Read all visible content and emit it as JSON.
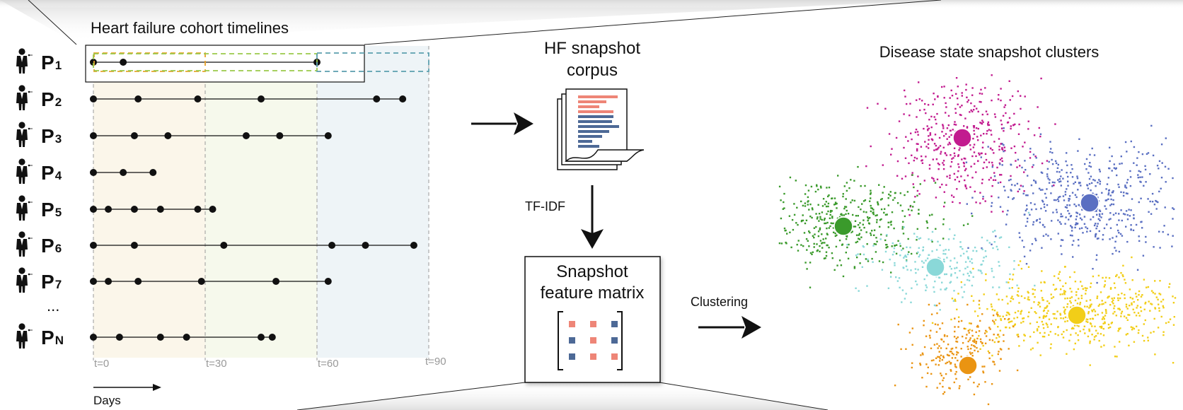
{
  "cohort": {
    "title": "Heart failure cohort timelines",
    "patients": [
      {
        "label": "P",
        "sub": "1",
        "days": [
          0,
          8,
          60
        ]
      },
      {
        "label": "P",
        "sub": "2",
        "days": [
          0,
          12,
          28,
          45,
          76,
          83
        ]
      },
      {
        "label": "P",
        "sub": "3",
        "days": [
          0,
          11,
          20,
          41,
          50,
          63
        ]
      },
      {
        "label": "P",
        "sub": "4",
        "days": [
          0,
          8,
          16
        ]
      },
      {
        "label": "P",
        "sub": "5",
        "days": [
          0,
          4,
          11,
          18,
          28,
          32
        ]
      },
      {
        "label": "P",
        "sub": "6",
        "days": [
          0,
          11,
          35,
          64,
          73,
          86
        ]
      },
      {
        "label": "P",
        "sub": "7",
        "days": [
          0,
          4,
          12,
          29,
          49,
          63
        ]
      },
      {
        "label": "P",
        "sub": "N",
        "days": [
          0,
          7,
          18,
          25,
          45,
          48
        ]
      }
    ],
    "ellipsis": "...",
    "ticks": [
      "t=0",
      "t=30",
      "t=60",
      "t=90"
    ],
    "axis_label": "Days",
    "window_colors": [
      "#e8a22a",
      "#9bc94a",
      "#5b9fae"
    ],
    "band_colors": [
      "#fbf6ea",
      "#f6f9ec",
      "#eef4f7"
    ]
  },
  "corpus": {
    "title_line1": "HF snapshot",
    "title_line2": "corpus",
    "bar_colors": [
      "#ee8577",
      "#4d6996"
    ]
  },
  "tfidf_label": "TF-IDF",
  "matrix": {
    "title_line1": "Snapshot",
    "title_line2": "feature matrix",
    "cell_colors": [
      "#ee8577",
      "#ee8577",
      "#4d6996",
      "#4d6996",
      "#ee8577",
      "#4d6996",
      "#4d6996",
      "#ee8577",
      "#ee8577"
    ]
  },
  "clustering_label": "Clustering",
  "clusters": {
    "title": "Disease state snapshot clusters",
    "colors": [
      "#c21b8f",
      "#5a6fc2",
      "#3a9a2b",
      "#8ad8d8",
      "#f2ce18",
      "#ea9412"
    ]
  }
}
